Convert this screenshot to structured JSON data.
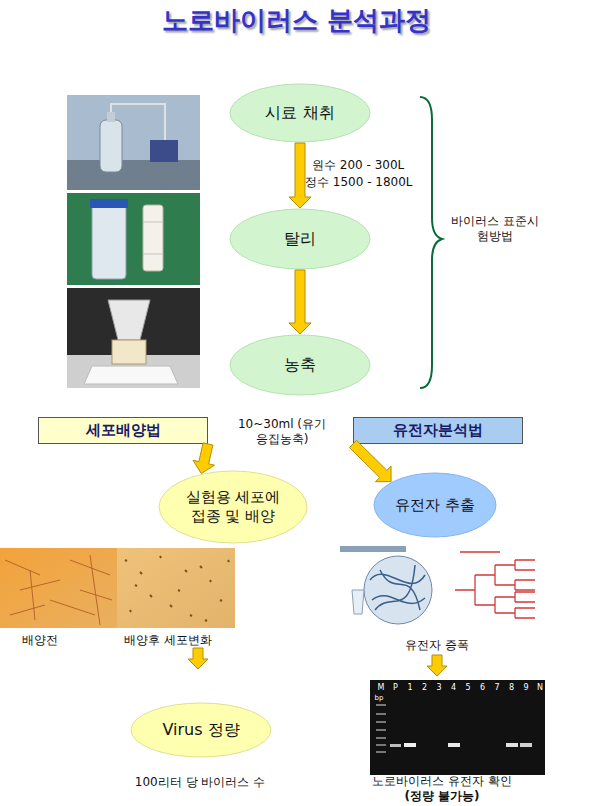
{
  "diagram": {
    "title": "노로바이러스 분석과정",
    "nodes": [
      {
        "text": [
          "시료 채취"
        ]
      },
      {
        "text": [
          "탈리"
        ]
      },
      {
        "text": [
          "농축"
        ]
      },
      {
        "text": [
          "세포배양법"
        ]
      },
      {
        "text": [
          "유전자분석법"
        ]
      },
      {
        "text": [
          "실험용 세포에 접종 및 배양"
        ]
      },
      {
        "text": [
          "유전자 추출"
        ]
      },
      {
        "text": [
          "Virus 정량"
        ]
      }
    ],
    "edges": [
      {
        "from": 0,
        "to": 1,
        "arrow": "to"
      },
      {
        "from": 1,
        "to": 2,
        "arrow": "to"
      },
      {
        "from": 3,
        "to": 5,
        "arrow": "to"
      },
      {
        "from": 4,
        "to": 6,
        "arrow": "to"
      }
    ],
    "labels": [
      "원수 200 - 300L",
      "정수 1500 - 1800L",
      "바이러스 표준시험방법",
      "10~30ml (유기응집농축)",
      "배양전",
      "배양후 세포변화",
      "유전자 증폭",
      "100리터 당 바이러스 수",
      "노로바이러스 유전자 확인",
      "(정량 불가능)",
      "M",
      "P",
      "1",
      "2",
      "3",
      "4",
      "5",
      "6",
      "7",
      "8",
      "9",
      "N",
      "bp"
    ]
  }
}
